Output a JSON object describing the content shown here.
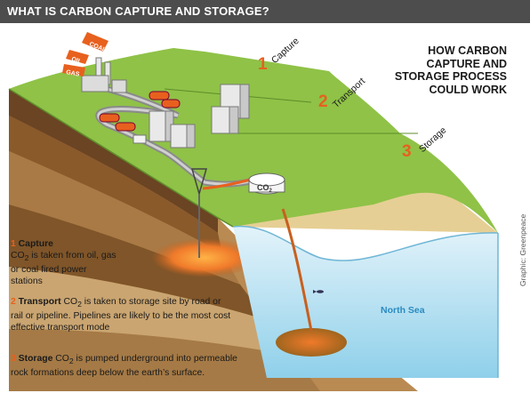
{
  "banner": {
    "title": "WHAT IS CARBON CAPTURE AND STORAGE?"
  },
  "heading": {
    "line1": "HOW CARBON",
    "line2": "CAPTURE AND",
    "line3": "STORAGE PROCESS",
    "line4": "COULD WORK"
  },
  "steps": [
    {
      "number": "1",
      "label": "Capture"
    },
    {
      "number": "2",
      "label": "Transport"
    },
    {
      "number": "3",
      "label": "Storage"
    }
  ],
  "flags": {
    "coal": "COAL",
    "oil": "OIL",
    "gas": "GAS"
  },
  "labels": {
    "co2_tank": "CO",
    "co2_sub": "2",
    "sea": "North Sea",
    "credit": "Graphic: Greenpeace"
  },
  "legend": {
    "capture": {
      "number": "1",
      "title": "Capture",
      "co": "CO",
      "sub": "2",
      "text": " is taken from oil, gas or coal fired power stations"
    },
    "transport": {
      "number": "2",
      "title": "Transport",
      "co": "CO",
      "sub": "2",
      "text": " is taken to storage site by road or rail or pipeline. Pipelines are likely to be the most cost effective transport mode"
    },
    "storage": {
      "number": "3",
      "title": "Storage",
      "co": "CO",
      "sub": "2",
      "text": " is pumped underground into permeable rock formations deep below the earth’s surface."
    }
  },
  "colors": {
    "banner": "#4d4d4d",
    "grass": "#8fc247",
    "orange": "#e8601e",
    "sea": "#bfe3f2",
    "earth": "#a07846"
  }
}
